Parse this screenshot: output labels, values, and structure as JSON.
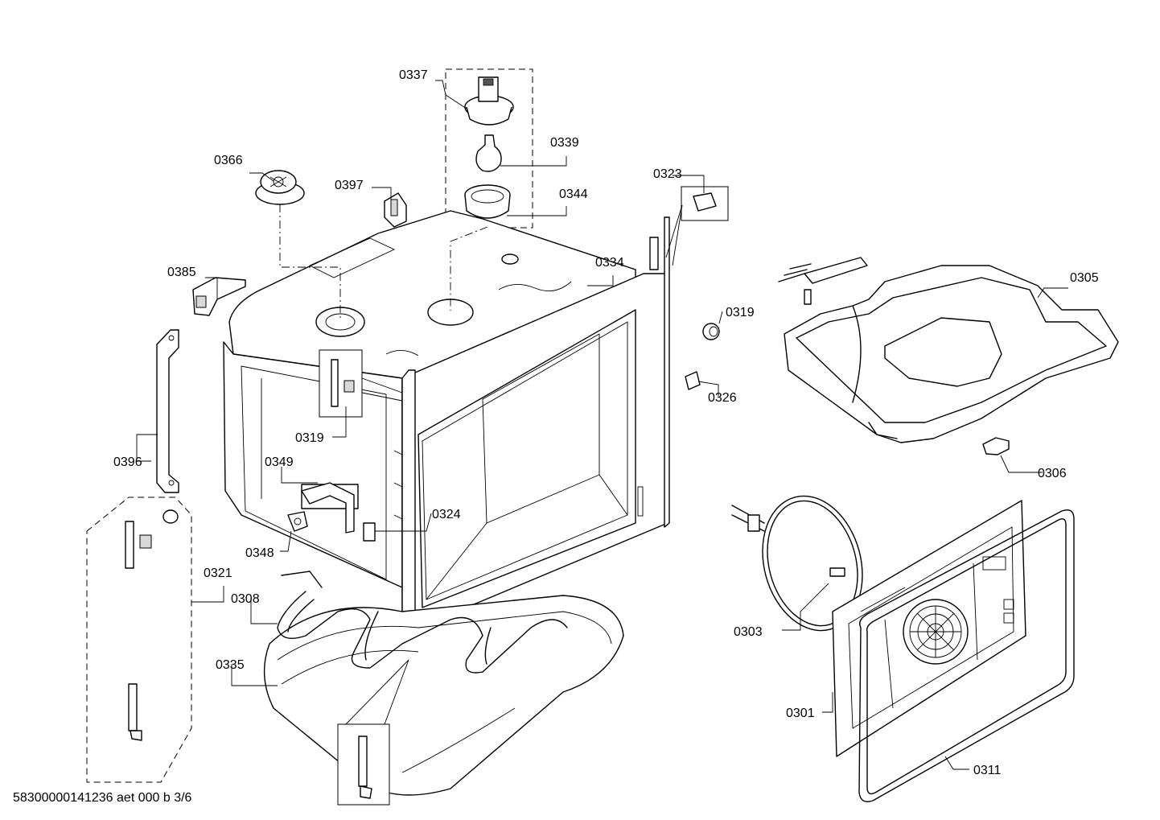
{
  "document_id": "58300000141236 aet 000 b 3/6",
  "parts": {
    "p0337": "0337",
    "p0339": "0339",
    "p0344": "0344",
    "p0366": "0366",
    "p0397": "0397",
    "p0323": "0323",
    "p0334": "0334",
    "p0385": "0385",
    "p0305": "0305",
    "p0319a": "0319",
    "p0326": "0326",
    "p0319b": "0319",
    "p0396": "0396",
    "p0349": "0349",
    "p0306": "0306",
    "p0324": "0324",
    "p0348": "0348",
    "p0321": "0321",
    "p0308": "0308",
    "p0303": "0303",
    "p0335": "0335",
    "p0301": "0301",
    "p0311": "0311"
  }
}
